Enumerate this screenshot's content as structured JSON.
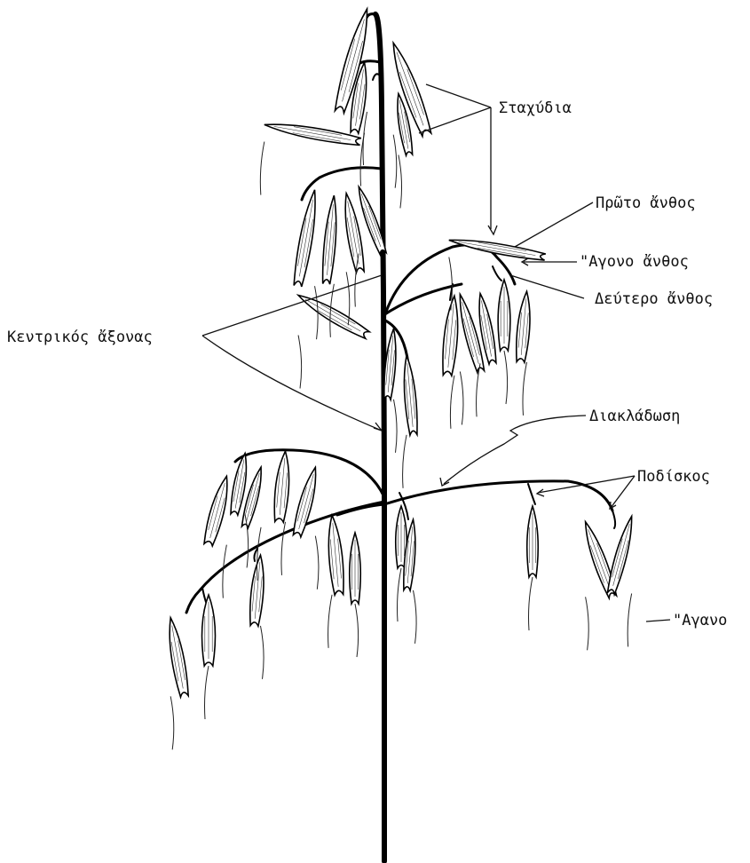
{
  "labels": {
    "spikelets": "Σταχύδια",
    "first_flower": "Πρῶτο ἄνθος",
    "sterile_flower": "\"Αγονο ἄνθος",
    "second_flower": "Δεύτερο ἄνθος",
    "central_axis": "Κεντρικός ἄξονας",
    "branching": "Διακλάδωση",
    "pedicel": "Ποδίσκος",
    "awn": "\"Αγανο"
  }
}
